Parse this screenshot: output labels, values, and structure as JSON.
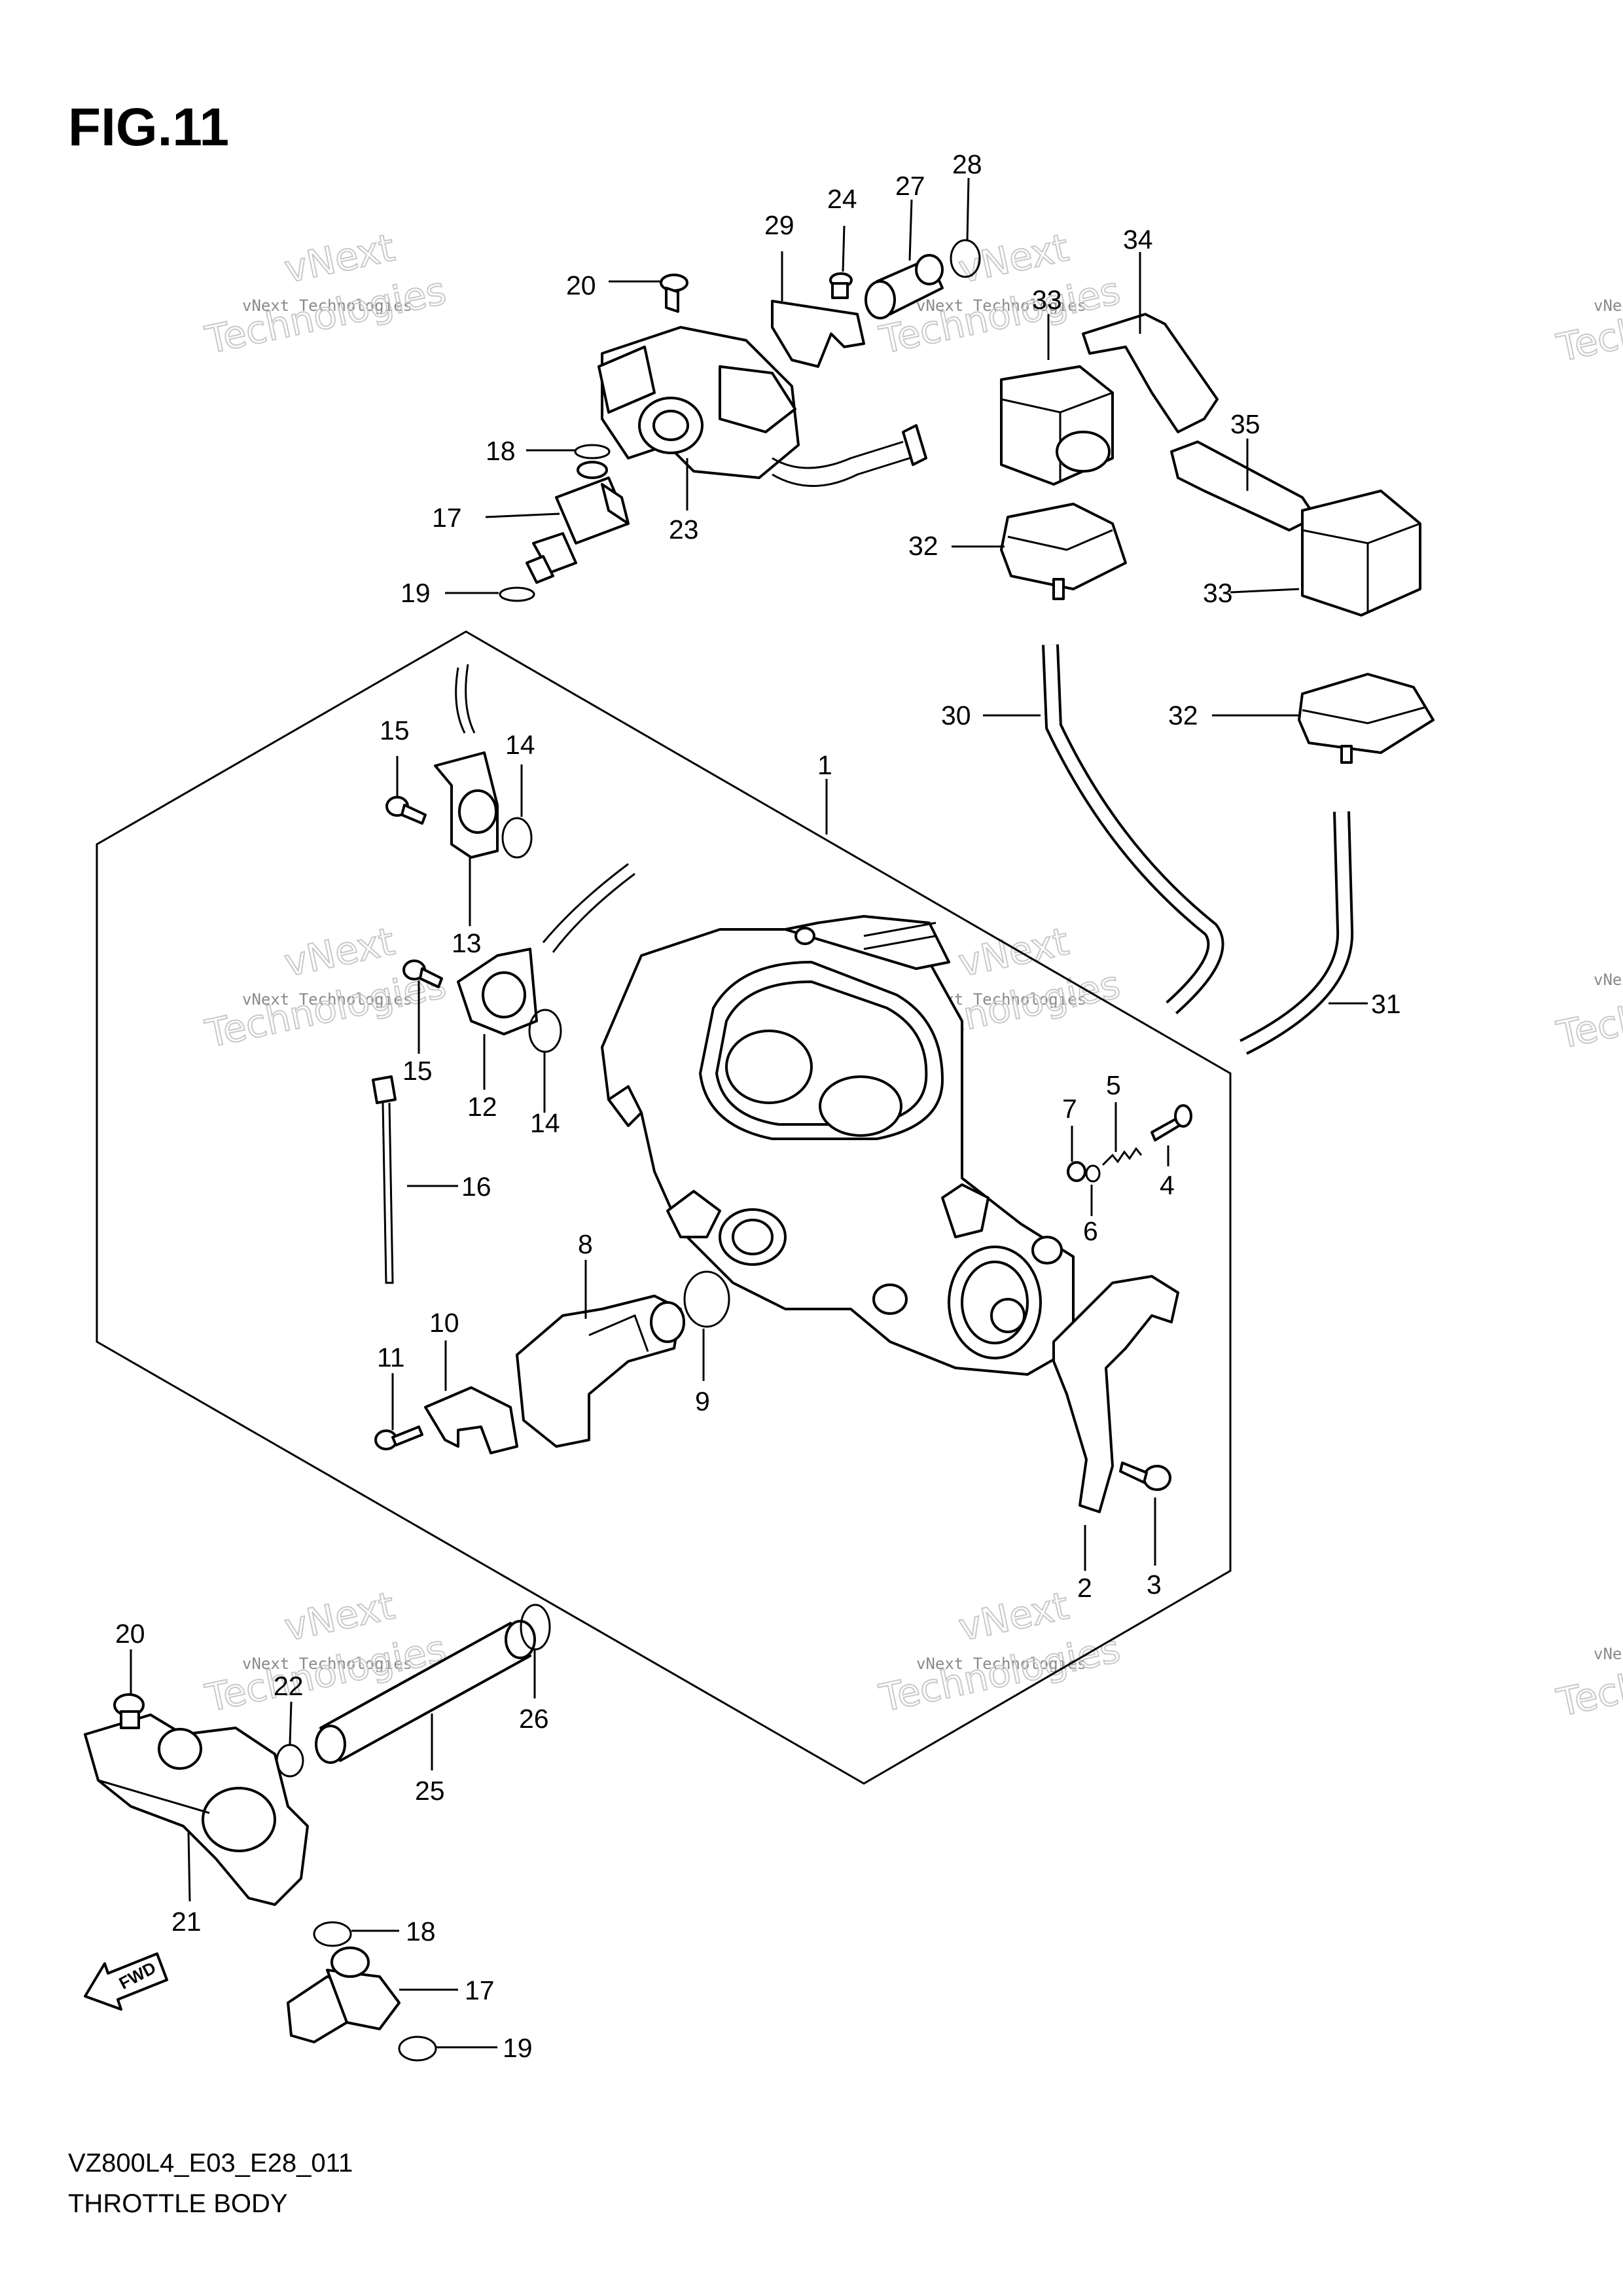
{
  "figure": {
    "title": "FIG.11"
  },
  "footer": {
    "model_code": "VZ800L4_E03_E28_011",
    "section_name": "THROTTLE BODY"
  },
  "direction_marker": {
    "label": "FWD",
    "icon": "fwd-arrow-icon"
  },
  "watermark": {
    "line1": "vNext Technologies",
    "line2": "vNext",
    "line3": "Technologies"
  },
  "callouts": {
    "c1": "1",
    "c2": "2",
    "c3": "3",
    "c4": "4",
    "c5": "5",
    "c6": "6",
    "c7": "7",
    "c8": "8",
    "c9": "9",
    "c10": "10",
    "c11": "11",
    "c12": "12",
    "c13": "13",
    "c14a": "14",
    "c14b": "14",
    "c15a": "15",
    "c15b": "15",
    "c16": "16",
    "c17a": "17",
    "c17b": "17",
    "c18a": "18",
    "c18b": "18",
    "c19a": "19",
    "c19b": "19",
    "c20a": "20",
    "c20b": "20",
    "c21": "21",
    "c22": "22",
    "c23": "23",
    "c24": "24",
    "c25": "25",
    "c26": "26",
    "c27": "27",
    "c28": "28",
    "c29": "29",
    "c30": "30",
    "c31": "31",
    "c32a": "32",
    "c32b": "32",
    "c33a": "33",
    "c33b": "33",
    "c34": "34",
    "c35": "35"
  }
}
